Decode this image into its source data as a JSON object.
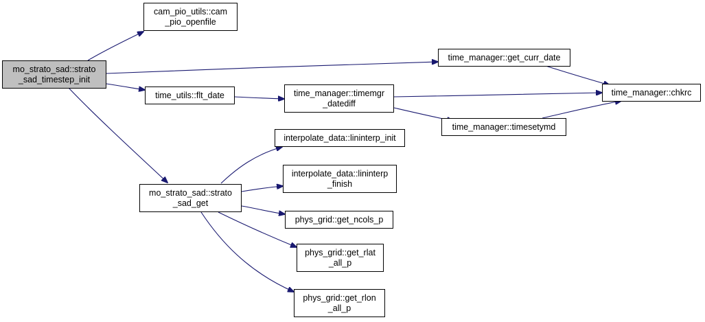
{
  "nodes": {
    "root": "mo_strato_sad::strato\n_sad_timestep_init",
    "cam_pio_openfile": "cam_pio_utils::cam\n_pio_openfile",
    "get_curr_date": "time_manager::get_curr_date",
    "flt_date": "time_utils::flt_date",
    "timemgr_datediff": "time_manager::timemgr\n_datediff",
    "chkrc": "time_manager::chkrc",
    "timesetymd": "time_manager::timesetymd",
    "strato_sad_get": "mo_strato_sad::strato\n_sad_get",
    "lininterp_init": "interpolate_data::lininterp_init",
    "lininterp_finish": "interpolate_data::lininterp\n_finish",
    "get_ncols_p": "phys_grid::get_ncols_p",
    "get_rlat_all_p": "phys_grid::get_rlat\n_all_p",
    "get_rlon_all_p": "phys_grid::get_rlon\n_all_p"
  },
  "colors": {
    "edge": "#191970",
    "root_fill": "#bfbfbf",
    "node_fill": "#ffffff",
    "border": "#000000"
  }
}
